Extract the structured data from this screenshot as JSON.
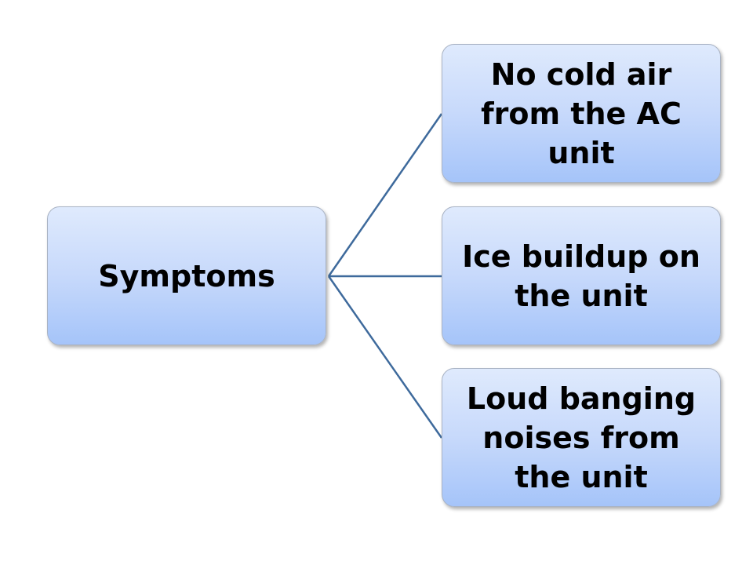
{
  "diagram": {
    "root": "Symptoms",
    "children": [
      "No cold air from the AC unit",
      "Ice buildup on the unit",
      "Loud banging noises from the unit"
    ],
    "line_color": "#3e6a9c"
  }
}
